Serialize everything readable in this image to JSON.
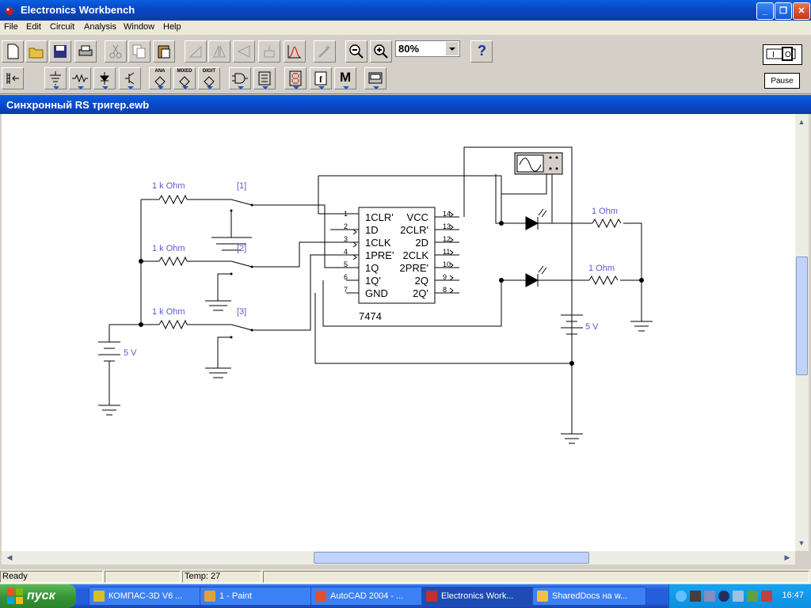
{
  "window": {
    "title": "Electronics Workbench"
  },
  "menu": [
    "File",
    "Edit",
    "Circuit",
    "Analysis",
    "Window",
    "Help"
  ],
  "toolbar": {
    "zoom_value": "80%",
    "help_label": "?",
    "pause_label": "Pause",
    "bin_labels": {
      "analog": "ANA",
      "mixed": "MIXED",
      "digital": "DIGIT",
      "misc": "M"
    }
  },
  "document": {
    "title": "Синхронный RS тригер.ewb"
  },
  "circuit": {
    "resistors_left": [
      "1 k Ohm",
      "1 k Ohm",
      "1 k Ohm"
    ],
    "switch_keys": [
      "[1]",
      "[2]",
      "[3]"
    ],
    "battery_left": "5 V",
    "battery_right": "5 V",
    "resistors_right": [
      "1  Ohm",
      "1  Ohm"
    ],
    "chip": {
      "name": "7474",
      "left_pins": [
        {
          "num": "1",
          "label": "1CLR'"
        },
        {
          "num": "2",
          "label": "1D"
        },
        {
          "num": "3",
          "label": "1CLK"
        },
        {
          "num": "4",
          "label": "1PRE'"
        },
        {
          "num": "5",
          "label": "1Q"
        },
        {
          "num": "6",
          "label": "1Q'"
        },
        {
          "num": "7",
          "label": "GND"
        }
      ],
      "right_pins": [
        {
          "num": "14",
          "label": "VCC"
        },
        {
          "num": "13",
          "label": "2CLR'"
        },
        {
          "num": "12",
          "label": "2D"
        },
        {
          "num": "11",
          "label": "2CLK"
        },
        {
          "num": "10",
          "label": "2PRE'"
        },
        {
          "num": "9",
          "label": "2Q"
        },
        {
          "num": "8",
          "label": "2Q'"
        }
      ]
    }
  },
  "status": {
    "ready": "Ready",
    "temp": "Temp:  27"
  },
  "taskbar": {
    "start": "пуск",
    "tasks": [
      {
        "label": "КОМПАС-3D V6 ...",
        "color": "#d8c020"
      },
      {
        "label": "1 - Paint",
        "color": "#e0a040"
      },
      {
        "label": "AutoCAD 2004 - ...",
        "color": "#e05030"
      },
      {
        "label": "Electronics Work...",
        "color": "#c03030"
      },
      {
        "label": "SharedDocs на w...",
        "color": "#f0c040"
      }
    ],
    "clock": "16:47"
  }
}
